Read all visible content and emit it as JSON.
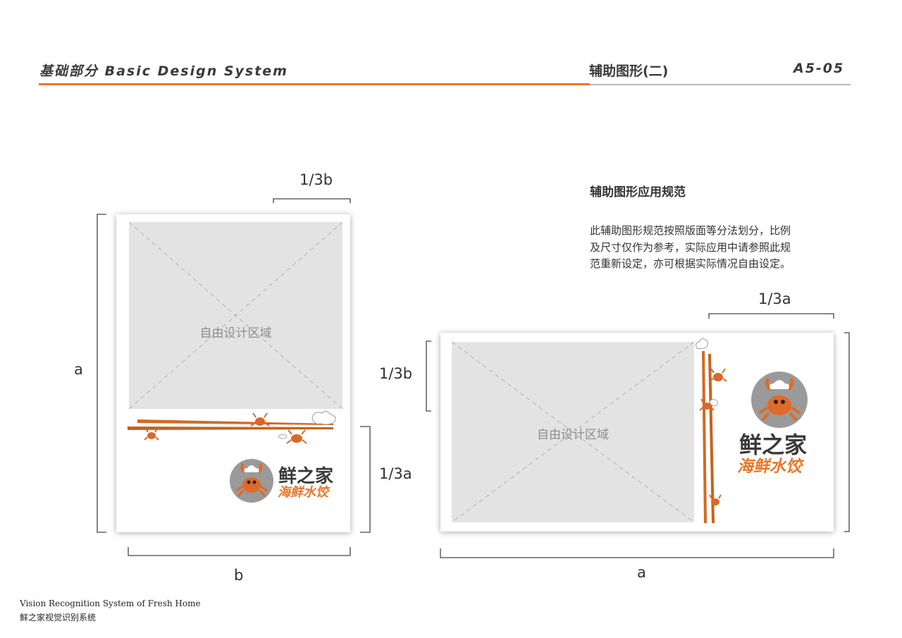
{
  "header": {
    "section": "基础部分  Basic Design System",
    "subtitle": "辅助图形(二)",
    "page_code": "A5-05",
    "accent_color": "#e8782a"
  },
  "spec": {
    "title": "辅助图形应用规范",
    "description": "此辅助图形规范按照版面等分法划分，比例及尺寸仅作为参考，实际应用中请参照此规范重新设定，亦可根据实际情况自由设定。"
  },
  "portrait": {
    "zone_label": "自由设计区域",
    "dim_top": "1/3b",
    "dim_left": "a",
    "dim_right": "1/3a",
    "dim_bottom": "b",
    "brand_name": "鲜之家",
    "brand_sub": "海鲜水饺"
  },
  "landscape": {
    "zone_label": "自由设计区域",
    "dim_top": "1/3a",
    "dim_left": "1/3b",
    "dim_bottom": "a",
    "brand_name": "鲜之家",
    "brand_sub": "海鲜水饺"
  },
  "footer": {
    "en": "Vision Recognition System of Fresh Home",
    "cn": "鲜之家视觉识别系统"
  }
}
